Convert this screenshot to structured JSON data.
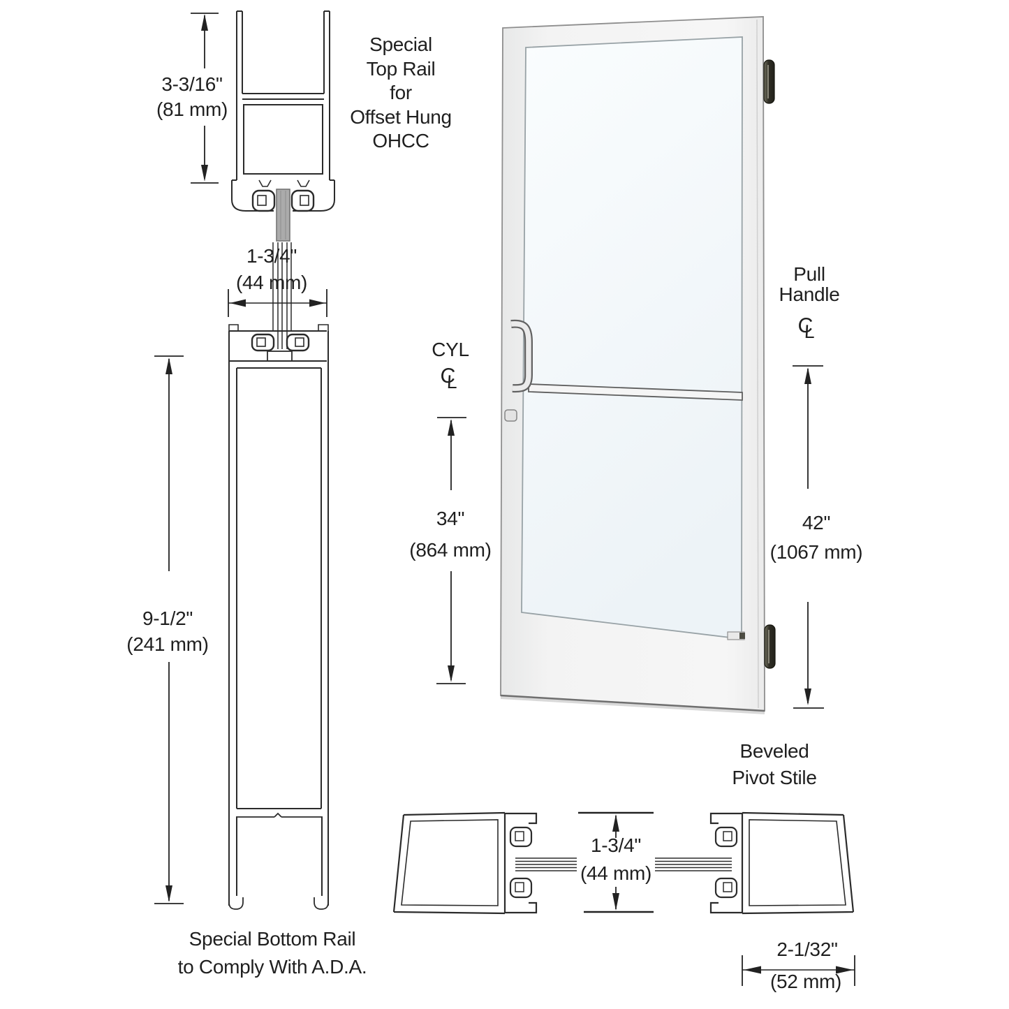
{
  "top_rail_section": {
    "caption_lines": [
      "Special",
      "Top Rail",
      "for",
      "Offset Hung",
      "OHCC"
    ],
    "height_dim": {
      "primary": "3-3/16\"",
      "metric": "(81 mm)"
    }
  },
  "bottom_rail_section": {
    "width_dim": {
      "primary": "1-3/4\"",
      "metric": "(44 mm)"
    },
    "height_dim": {
      "primary": "9-1/2\"",
      "metric": "(241 mm)"
    },
    "caption_lines": [
      "Special Bottom Rail",
      "to Comply With A.D.A."
    ]
  },
  "door_elevation": {
    "cyl_label": "CYL",
    "centerline_symbol": {
      "c": "C",
      "l": "L"
    },
    "cyl_height_dim": {
      "primary": "34\"",
      "metric": "(864 mm)"
    },
    "pull_handle_label_lines": [
      "Pull",
      "Handle"
    ],
    "pull_handle_height_dim": {
      "primary": "42\"",
      "metric": "(1067 mm)"
    }
  },
  "pivot_stile_section": {
    "caption_lines": [
      "Beveled",
      "Pivot Stile"
    ],
    "glass_dim": {
      "primary": "1-3/4\"",
      "metric": "(44 mm)"
    },
    "stile_width_dim": {
      "primary": "2-1/32\"",
      "metric": "(52 mm)"
    }
  },
  "colors": {
    "line": "#2b2b2b",
    "door_frame": "#efefef",
    "door_outline": "#8e8e8e",
    "glass": "#f4f9fb",
    "hinge": "#3c3b31",
    "profile_glass": "#ababab"
  }
}
